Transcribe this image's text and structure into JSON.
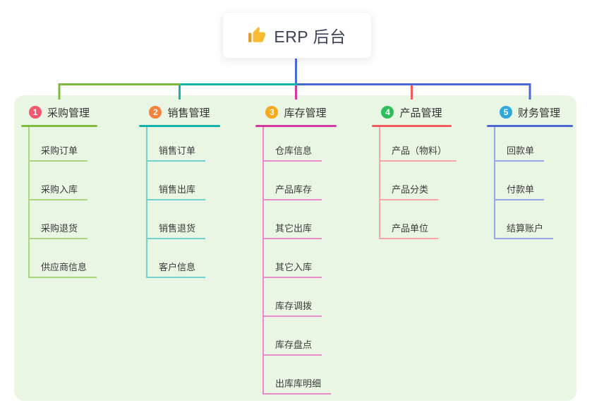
{
  "root": {
    "label": "ERP 后台",
    "icon": "thumbs-up-icon",
    "edge_color": "#4f68d8"
  },
  "branches": [
    {
      "number": "1",
      "label": "采购管理",
      "badge_color": "#f5576c",
      "line_color": "#7cbb3f",
      "child_line_color": "#abd67f",
      "children": [
        "采购订单",
        "采购入库",
        "采购退货",
        "供应商信息"
      ]
    },
    {
      "number": "2",
      "label": "销售管理",
      "badge_color": "#f5823a",
      "line_color": "#12b3a8",
      "child_line_color": "#74d0c8",
      "children": [
        "销售订单",
        "销售出库",
        "销售退货",
        "客户信息"
      ]
    },
    {
      "number": "3",
      "label": "库存管理",
      "badge_color": "#f7a81b",
      "line_color": "#d43a9e",
      "child_line_color": "#ea8ac9",
      "children": [
        "仓库信息",
        "产品库存",
        "其它出库",
        "其它入库",
        "库存调拨",
        "库存盘点",
        "出库库明细"
      ]
    },
    {
      "number": "4",
      "label": "产品管理",
      "badge_color": "#2ebe5c",
      "line_color": "#f25b5b",
      "child_line_color": "#f8a6a6",
      "children": [
        "产品（物料）",
        "产品分类",
        "产品单位"
      ]
    },
    {
      "number": "5",
      "label": "财务管理",
      "badge_color": "#2fa8df",
      "line_color": "#4a67d5",
      "child_line_color": "#96a9e7",
      "children": [
        "回款单",
        "付款单",
        "结算账户"
      ]
    }
  ],
  "canvas": {
    "background": "#ffffff",
    "panel_color": "#e9f6e3",
    "text_color": "#333333"
  }
}
